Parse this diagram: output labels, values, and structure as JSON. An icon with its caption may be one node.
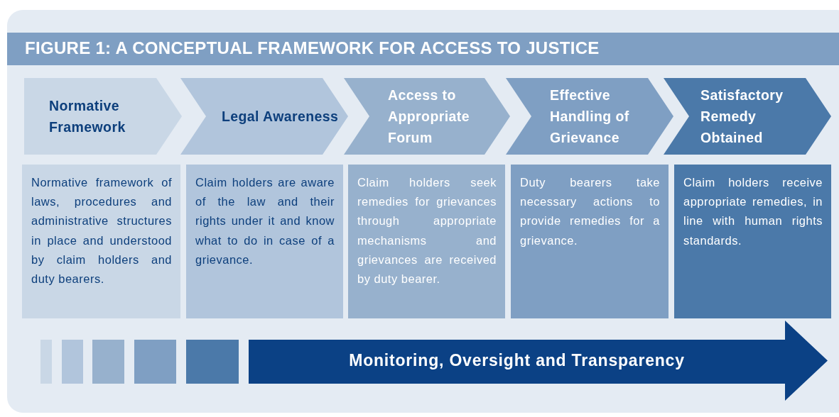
{
  "diagram": {
    "title": "FIGURE 1: A CONCEPTUAL FRAMEWORK FOR ACCESS TO JUSTICE",
    "nodes": [
      {
        "text": [
          "Normative Framework"
        ]
      },
      {
        "text": [
          "Legal Awareness"
        ]
      },
      {
        "text": [
          "Access to Appropriate Forum"
        ]
      },
      {
        "text": [
          "Effective Handling of Grievance"
        ]
      },
      {
        "text": [
          "Satisfactory Remedy Obtained"
        ]
      },
      {
        "text": [
          "Normative framework of laws, procedures and administrative structures in place and understood by claim holders and duty bearers."
        ]
      },
      {
        "text": [
          "Claim holders are aware of the law and their rights under it and know what to do in case of a grievance."
        ]
      },
      {
        "text": [
          "Claim holders seek remedies for grievances through appropriate mechanisms and grievances are received by duty bearer."
        ]
      },
      {
        "text": [
          "Duty bearers take necessary actions to provide remedies for a grievance."
        ]
      },
      {
        "text": [
          "Claim holders receive appropriate remedies, in line with human rights standards."
        ]
      },
      {
        "text": [
          "Monitoring, Oversight and Transparency"
        ]
      }
    ]
  }
}
